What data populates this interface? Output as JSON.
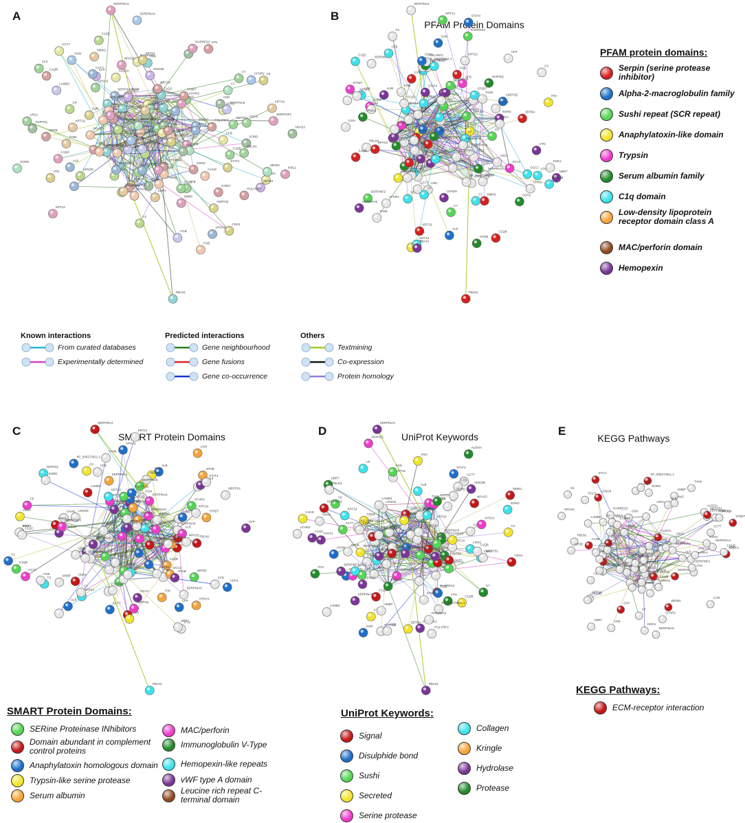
{
  "panels": {
    "A": {
      "letter": "A"
    },
    "B": {
      "letter": "B",
      "title": "PFAM Protein Domains"
    },
    "C": {
      "letter": "C",
      "title": "SMART Protein Domains"
    },
    "D": {
      "letter": "D",
      "title": "UniProt Keywords"
    },
    "E": {
      "letter": "E",
      "title": "KEGG Pathways"
    }
  },
  "edge_legend": {
    "known": {
      "heading": "Known interactions",
      "items": [
        {
          "label": "From curated databases",
          "color": "#27b4d6"
        },
        {
          "label": "Experimentally  determined",
          "color": "#d63dc9"
        }
      ]
    },
    "predicted": {
      "heading": "Predicted interactions",
      "items": [
        {
          "label": "Gene neighbourhood",
          "color": "#2e7d1e"
        },
        {
          "label": "Gene fusions",
          "color": "#e02020"
        },
        {
          "label": "Gene co-occurrence",
          "color": "#1d2ed1"
        }
      ]
    },
    "others": {
      "heading": "Others",
      "items": [
        {
          "label": "Textmining",
          "color": "#a6cc2e"
        },
        {
          "label": "Co-expression",
          "color": "#111111"
        },
        {
          "label": "Protein homology",
          "color": "#8e7fd8"
        }
      ]
    }
  },
  "pfam_legend": {
    "title": "PFAM protein domains:",
    "items": [
      {
        "label": "Serpin (serine protease inhibitor)",
        "color": "#d62020"
      },
      {
        "label": "Alpha-2-macroglobulin  family",
        "color": "#1e6fc9"
      },
      {
        "label": "Sushi repeat (SCR repeat)",
        "color": "#55d655"
      },
      {
        "label": "Anaphylatoxin-like domain",
        "color": "#f2e42a"
      },
      {
        "label": "Trypsin",
        "color": "#ef3ccb"
      },
      {
        "label": "Serum albumin family",
        "color": "#238a2b"
      },
      {
        "label": "C1q domain",
        "color": "#3de2ec"
      },
      {
        "label": "Low-density lipoprotein receptor domain class A",
        "color": "#f5a43a"
      },
      {
        "label": "MAC/perforin domain",
        "color": "#8e4a1e"
      },
      {
        "label": "Hemopexin",
        "color": "#7a3596"
      }
    ]
  },
  "smart_legend": {
    "title": "SMART Protein Domains:",
    "col1": [
      {
        "label": "SERine Proteinase INhibitors",
        "color": "#55d655"
      },
      {
        "label": "Domain abundant  in complement control proteins",
        "color": "#c41818"
      },
      {
        "label": "Anaphylatoxin homologous domain",
        "color": "#1e6fc9"
      },
      {
        "label": "Trypsin-like serine protease",
        "color": "#f2e42a"
      },
      {
        "label": "Serum albumin",
        "color": "#f5a43a"
      }
    ],
    "col2": [
      {
        "label": "MAC/perforin",
        "color": "#ef3ccb"
      },
      {
        "label": "Immunoglobulin V-Type",
        "color": "#238a2b"
      },
      {
        "label": "Hemopexin-like repeats",
        "color": "#3de2ec"
      },
      {
        "label": "vWF type A domain",
        "color": "#7a3596"
      },
      {
        "label": "Leucine rich repeat C-terminal domain",
        "color": "#8e4a1e"
      }
    ]
  },
  "uniprot_legend": {
    "title": "UniProt Keywords:",
    "col1": [
      {
        "label": "Signal",
        "color": "#c41818"
      },
      {
        "label": "Disulphide bond",
        "color": "#1e6fc9"
      },
      {
        "label": "Sushi",
        "color": "#55d655"
      },
      {
        "label": "Secreted",
        "color": "#f2e42a"
      },
      {
        "label": "Serine protease",
        "color": "#ef3ccb"
      }
    ],
    "col2": [
      {
        "label": "Collagen",
        "color": "#3de2ec"
      },
      {
        "label": "Kringle",
        "color": "#f5a43a"
      },
      {
        "label": "Hydrolase",
        "color": "#7a3596"
      },
      {
        "label": "Protease",
        "color": "#238a2b"
      }
    ]
  },
  "kegg_legend": {
    "title": "KEGG Pathways:",
    "items": [
      {
        "label": "ECM-receptor interaction",
        "color": "#c41818"
      }
    ]
  },
  "network_labels": [
    "SERPINA4",
    "CP",
    "SERPINA5",
    "SERPINA6",
    "XP_006272811.1",
    "POLYRP2",
    "ST8D7",
    "APOB",
    "ALB",
    "GSN",
    "SORD",
    "CCT7",
    "RARRES2",
    "ADIPOQ",
    "STAT4",
    "CDH1",
    "CFB",
    "C1QB",
    "C1QC",
    "C2",
    "C7",
    "CFP",
    "APOA1",
    "KRT19",
    "KRT14",
    "VTN",
    "LUM",
    "FGB",
    "NPAS3",
    "ZBTB4",
    "TANK",
    "CHAD",
    "ALDOA",
    "LRG1",
    "LENG8",
    "OCC2",
    "MMN1",
    "ANG",
    "STC2",
    "UBR7",
    "MBTPS1",
    "ARID3B",
    "LAMB3",
    "CFHR2",
    "SERPINF2",
    "PBLN1",
    "KNG1",
    "AMBP",
    "C5",
    "ITIH"
  ],
  "node_palettes": {
    "A": [
      "#9fd39a",
      "#b9d98b",
      "#e5c8a0",
      "#a9c7e8",
      "#c7c7ef",
      "#8fd4d4",
      "#e6e6a0",
      "#d6a0a0",
      "#b0e0c0",
      "#f0c8b0",
      "#c9b3e6",
      "#a0c0a0",
      "#d9d08a",
      "#e0a0c0",
      "#9ab8d8"
    ],
    "B": [
      "#e6e6e6",
      "#e6e6e6",
      "#e6e6e6",
      "#e6e6e6",
      "#e6e6e6",
      "#e6e6e6",
      "#d62020",
      "#55d655",
      "#1e6fc9",
      "#ef3ccb",
      "#3de2ec",
      "#7a3596",
      "#238a2b",
      "#f2e42a"
    ],
    "C": [
      "#e6e6e6",
      "#e6e6e6",
      "#e6e6e6",
      "#e6e6e6",
      "#e6e6e6",
      "#e6e6e6",
      "#55d655",
      "#c41818",
      "#1e6fc9",
      "#f2e42a",
      "#3de2ec",
      "#ef3ccb",
      "#7a3596",
      "#f5a43a"
    ],
    "D": [
      "#e6e6e6",
      "#e6e6e6",
      "#e6e6e6",
      "#e6e6e6",
      "#c41818",
      "#c41818",
      "#1e6fc9",
      "#55d655",
      "#f2e42a",
      "#ef3ccb",
      "#3de2ec",
      "#7a3596",
      "#238a2b"
    ],
    "E": [
      "#e6e6e6",
      "#e6e6e6",
      "#e6e6e6",
      "#e6e6e6",
      "#e6e6e6",
      "#e6e6e6",
      "#e6e6e6",
      "#e6e6e6",
      "#c41818"
    ]
  },
  "edge_colors": [
    "#a6cc2e",
    "#d63dc9",
    "#2e7d1e",
    "#8e7fd8",
    "#111111",
    "#27b4d6",
    "#c9b36a",
    "#1d2ed1"
  ]
}
